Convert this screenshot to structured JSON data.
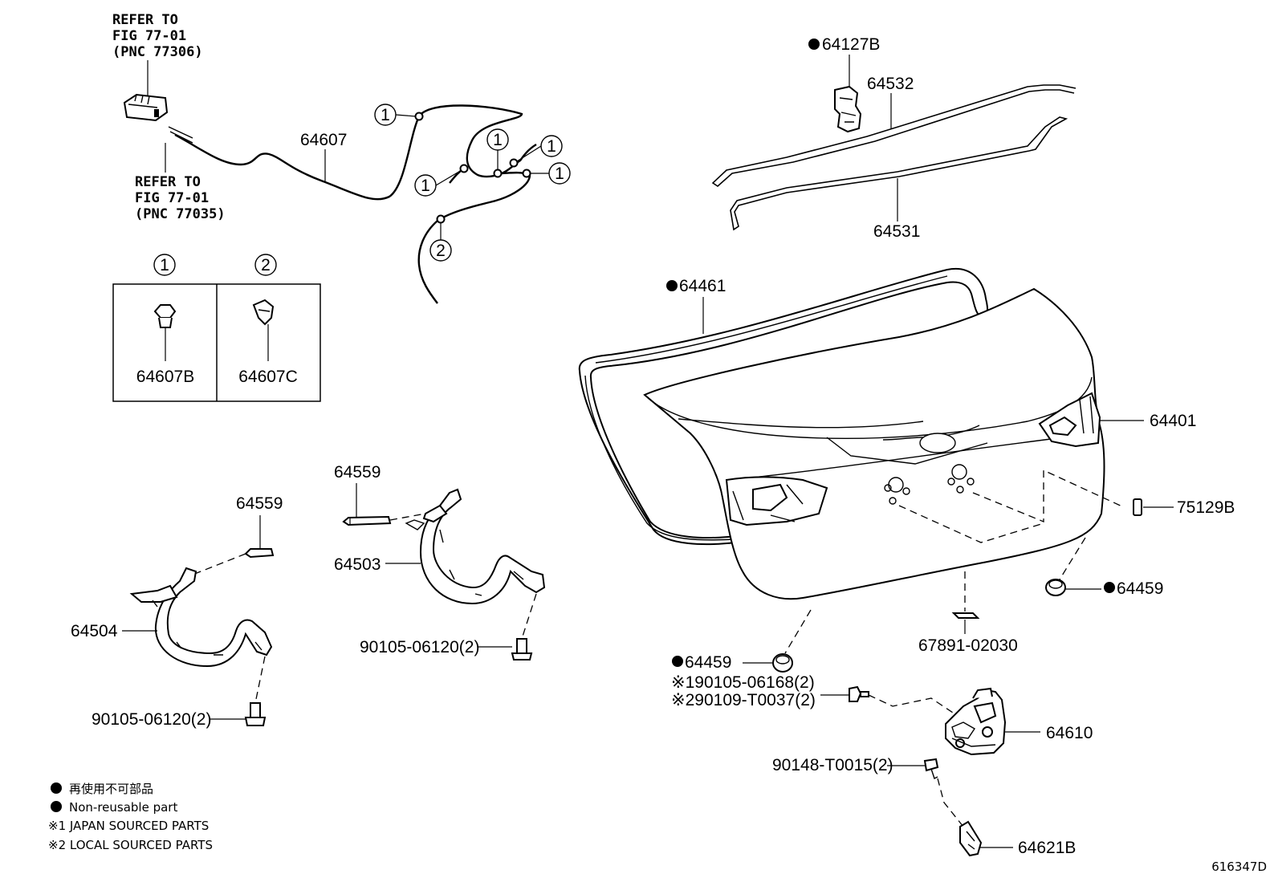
{
  "diagram": {
    "figure_id": "616347D",
    "refs": {
      "ref1": [
        "REFER TO",
        "FIG 77-01",
        "(PNC 77306)"
      ],
      "ref2": [
        "REFER TO",
        "FIG 77-01",
        "(PNC 77035)"
      ]
    },
    "callout_marks": {
      "one": "1",
      "two": "2"
    },
    "inset": {
      "headers": [
        "1",
        "2"
      ],
      "parts": [
        "64607B",
        "64607C"
      ]
    },
    "parts": {
      "p64607": "64607",
      "p64127B": "64127B",
      "p64532": "64532",
      "p64531": "64531",
      "p64461": "64461",
      "p64401": "64401",
      "p75129B": "75129B",
      "p64459a": "64459",
      "p64459b": "64459",
      "p67891": "67891-02030",
      "p64559a": "64559",
      "p64559b": "64559",
      "p64503": "64503",
      "p64504": "64504",
      "p90105a": "90105-06120(2)",
      "p90105b": "90105-06120(2)",
      "p190105": "※190105-06168(2)",
      "p290109": "※290109-T0037(2)",
      "p64610": "64610",
      "p90148": "90148-T0015(2)",
      "p64621B": "64621B"
    },
    "legend": [
      "再使用不可部品",
      "Non-reusable part",
      "※1 JAPAN SOURCED PARTS",
      "※2 LOCAL SOURCED PARTS"
    ]
  }
}
